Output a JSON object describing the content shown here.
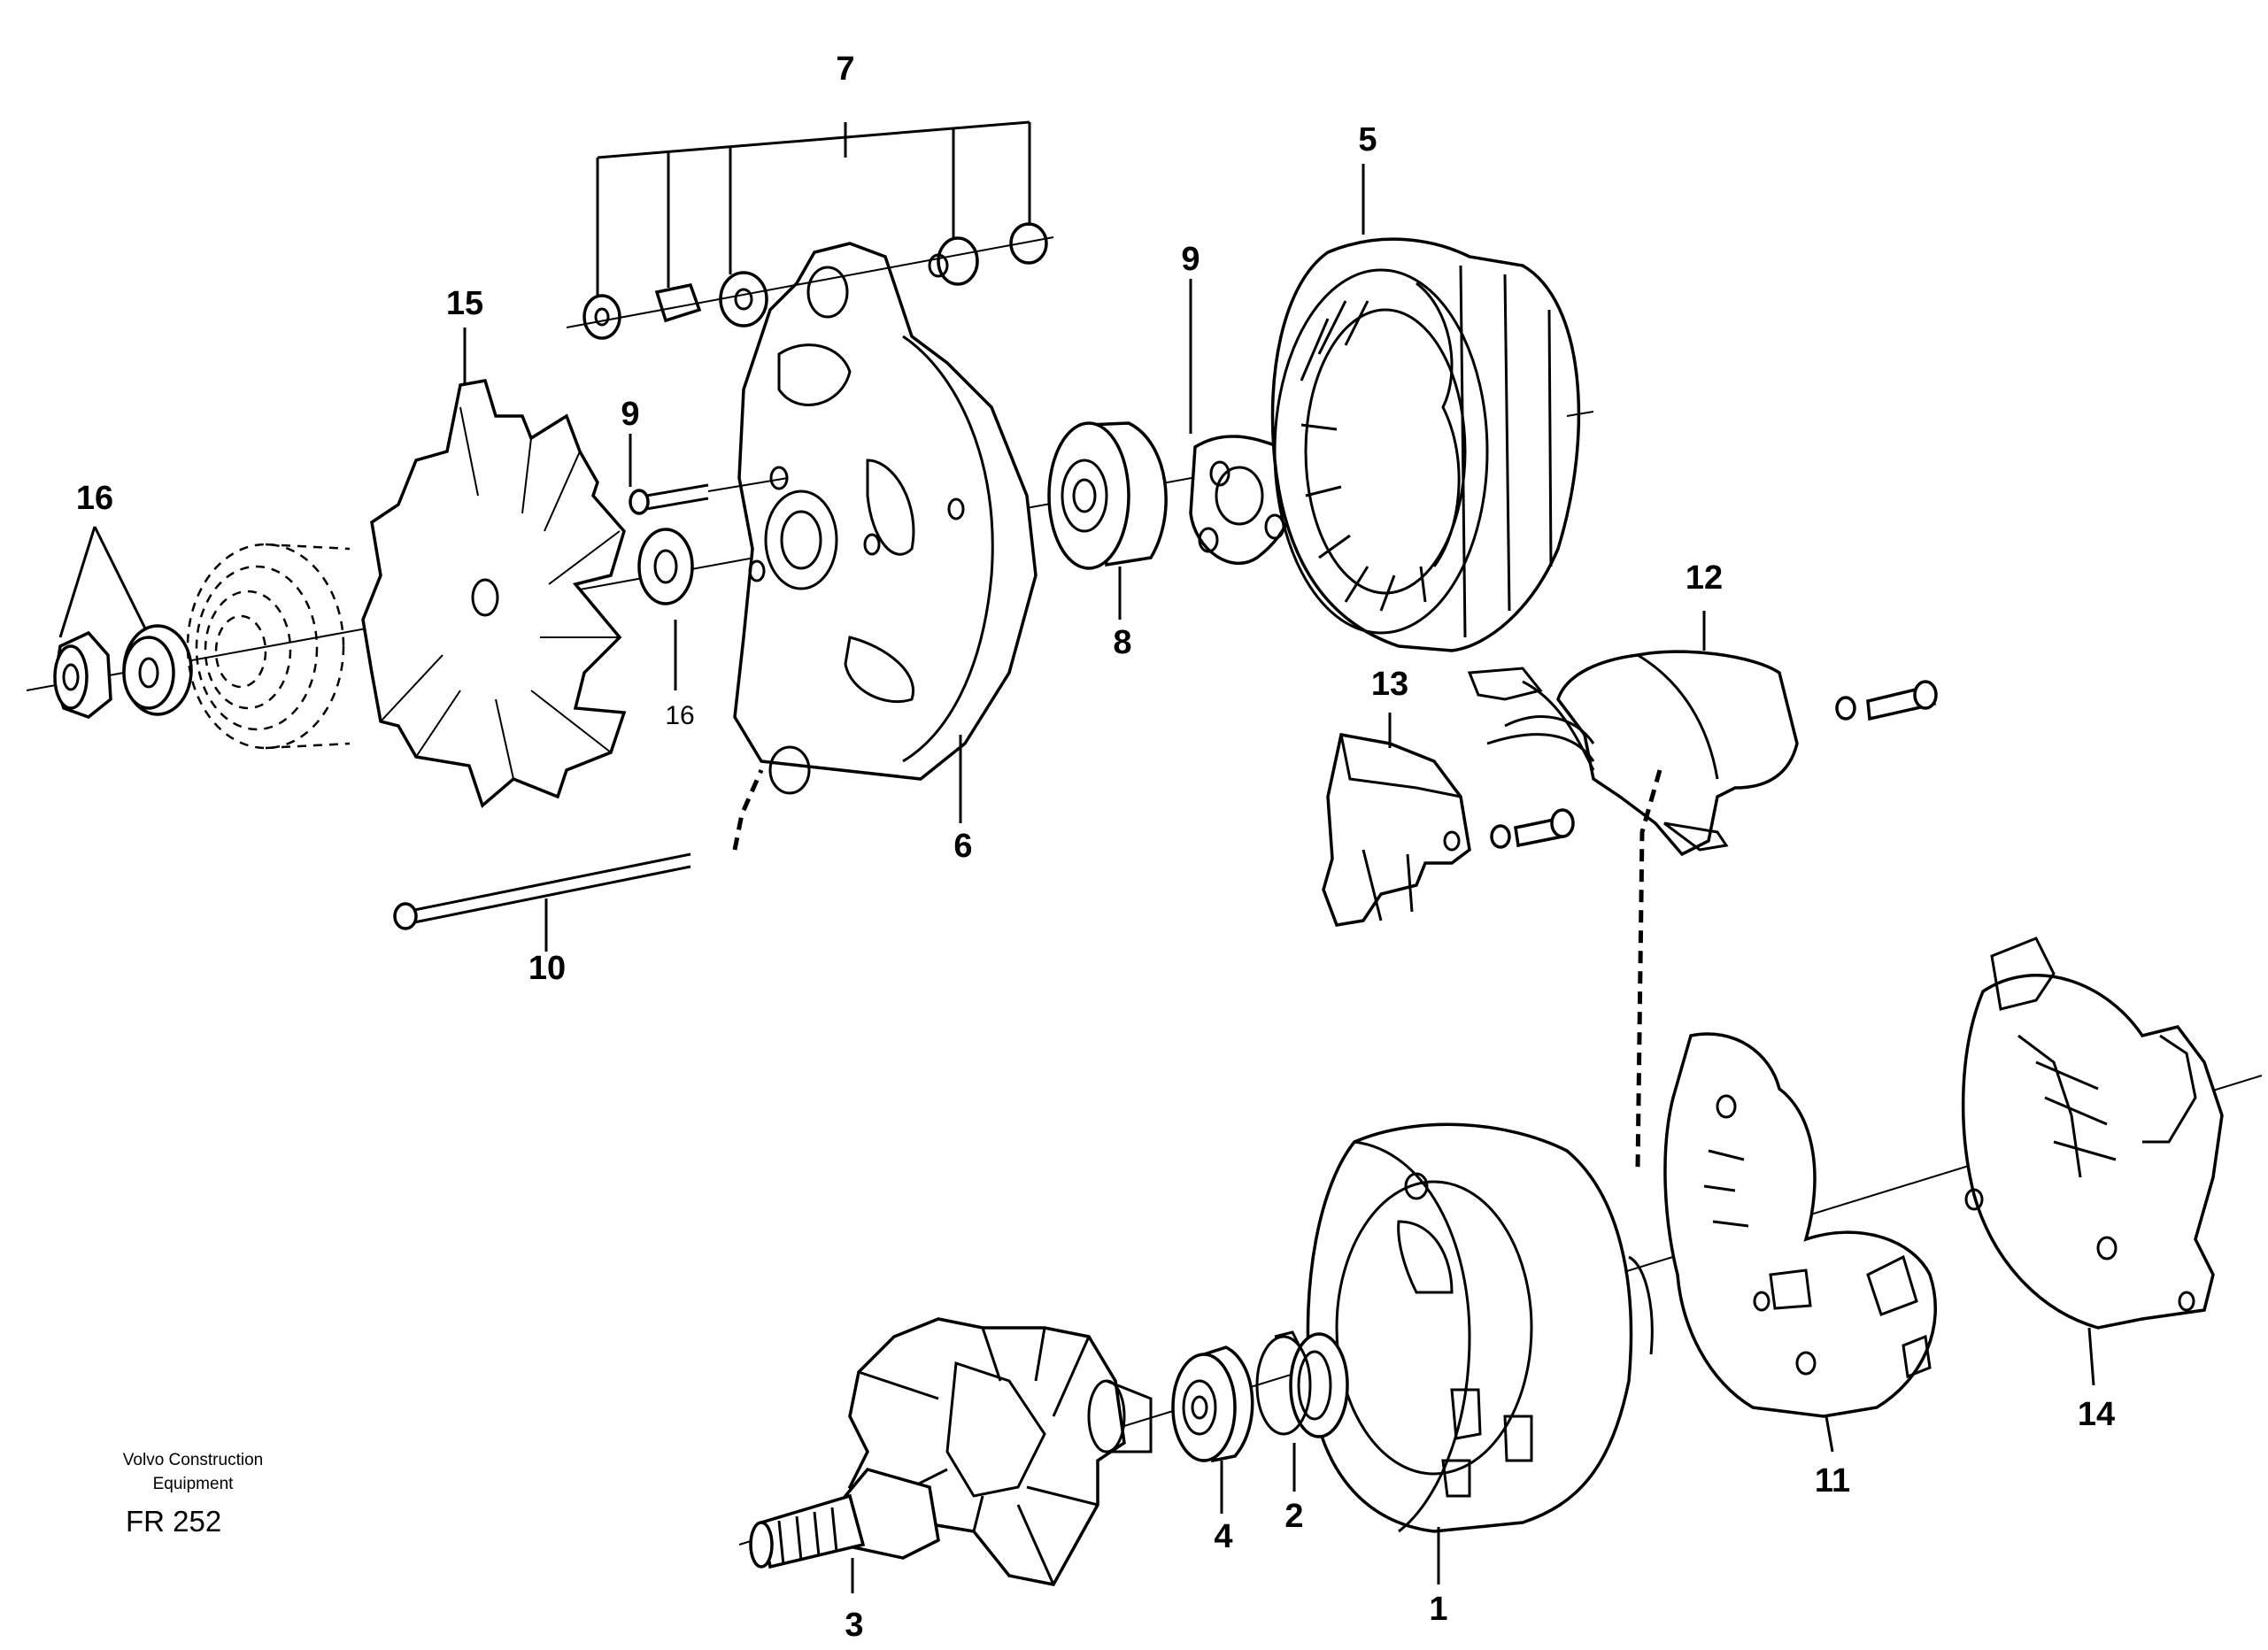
{
  "caption": {
    "line1": "Volvo Construction",
    "line2": "Equipment",
    "code": "FR 252"
  },
  "labels": {
    "p1": "1",
    "p2": "2",
    "p3": "3",
    "p4": "4",
    "p5": "5",
    "p6": "6",
    "p7": "7",
    "p8": "8",
    "p9a": "9",
    "p9b": "9",
    "p10": "10",
    "p11": "11",
    "p12": "12",
    "p13": "13",
    "p14": "14",
    "p15": "15",
    "p16a": "16",
    "p16b": "16"
  }
}
